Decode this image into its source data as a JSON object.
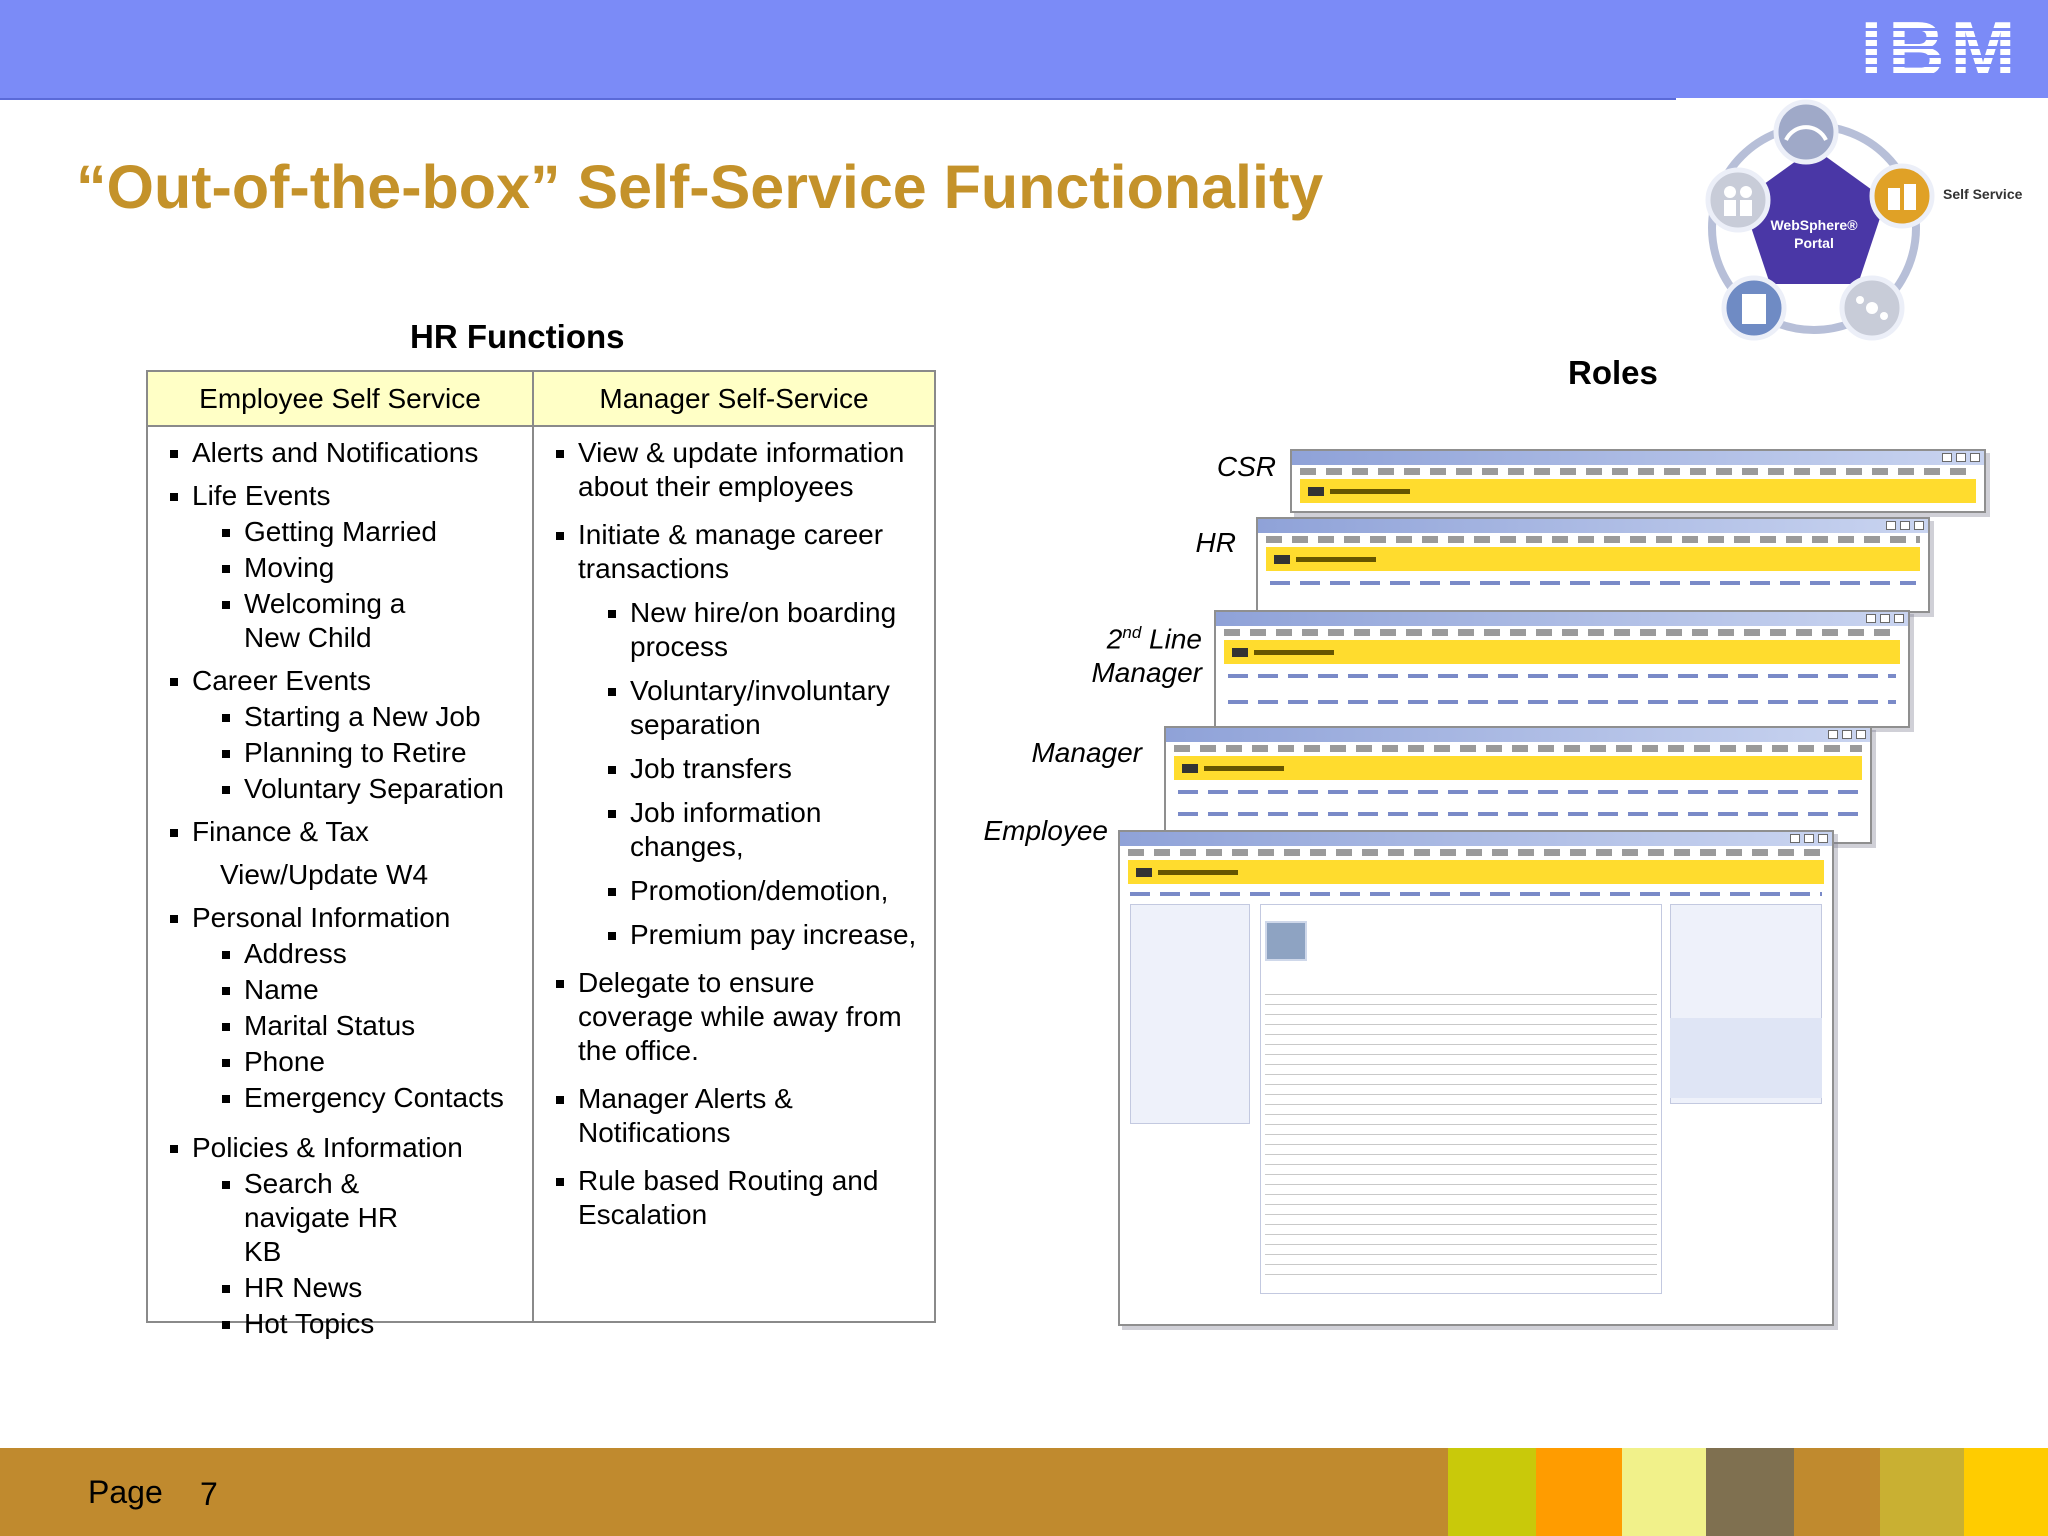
{
  "header": {
    "logo_text": "IBM",
    "brand_color": "#7b8bf7"
  },
  "title": "“Out-of-the-box” Self-Service Functionality",
  "title_color": "#c4922a",
  "portal_graphic": {
    "center_text": "WebSphere® Portal",
    "label": "Self Service"
  },
  "hr_heading": "HR Functions",
  "roles_heading": "Roles",
  "table": {
    "columns": [
      {
        "header": "Employee Self Service",
        "items": [
          {
            "level": 1,
            "text": "Alerts and Notifications"
          },
          {
            "level": 1,
            "text": "Life Events"
          },
          {
            "level": 2,
            "text": "Getting Married"
          },
          {
            "level": 2,
            "text": "Moving"
          },
          {
            "level": 2,
            "text": "Welcoming a New Child"
          },
          {
            "level": 1,
            "text": "Career Events"
          },
          {
            "level": 2,
            "text": "Starting a New Job"
          },
          {
            "level": 2,
            "text": "Planning to Retire"
          },
          {
            "level": 2,
            "text": "Voluntary Separation"
          },
          {
            "level": 1,
            "text": "Finance & Tax"
          },
          {
            "level": 0,
            "text": "View/Update W4"
          },
          {
            "level": 1,
            "text": "Personal Information"
          },
          {
            "level": 2,
            "text": "Address"
          },
          {
            "level": 2,
            "text": "Name"
          },
          {
            "level": 2,
            "text": "Marital Status"
          },
          {
            "level": 2,
            "text": "Phone"
          },
          {
            "level": 2,
            "text": "Emergency Contacts"
          },
          {
            "level": 1,
            "text": "Policies & Information"
          },
          {
            "level": 2,
            "text": "Search & navigate HR KB"
          },
          {
            "level": 2,
            "text": "HR News"
          },
          {
            "level": 2,
            "text": "Hot Topics"
          }
        ]
      },
      {
        "header": "Manager Self-Service",
        "items": [
          {
            "level": 1,
            "text": "View & update information about their employees"
          },
          {
            "level": 1,
            "text": "Initiate & manage career transactions"
          },
          {
            "level": 2,
            "text": "New hire/on boarding process"
          },
          {
            "level": 2,
            "text": "Voluntary/involuntary separation"
          },
          {
            "level": 2,
            "text": "Job transfers"
          },
          {
            "level": 2,
            "text": "Job information changes,"
          },
          {
            "level": 2,
            "text": "Promotion/demotion,"
          },
          {
            "level": 2,
            "text": "Premium pay increase,"
          },
          {
            "level": 1,
            "text": "Delegate to ensure coverage while away from the office."
          },
          {
            "level": 1,
            "text": "Manager Alerts & Notifications"
          },
          {
            "level": 1,
            "text": "Rule based Routing and Escalation"
          }
        ]
      }
    ]
  },
  "roles": {
    "csr": "CSR",
    "hr": "HR",
    "line2_num": "2",
    "line2_sup": "nd",
    "line2_text": " Line",
    "line2_manager": "Manager",
    "manager": "Manager",
    "employee": "Employee"
  },
  "footer": {
    "page_label": "Page",
    "page_number": "7",
    "swatch_colors": [
      "#c9c90a",
      "#ff9c00",
      "#f1f18a",
      "#7f7050",
      "#c08a2e",
      "#c9b032",
      "#ffcc00"
    ]
  }
}
